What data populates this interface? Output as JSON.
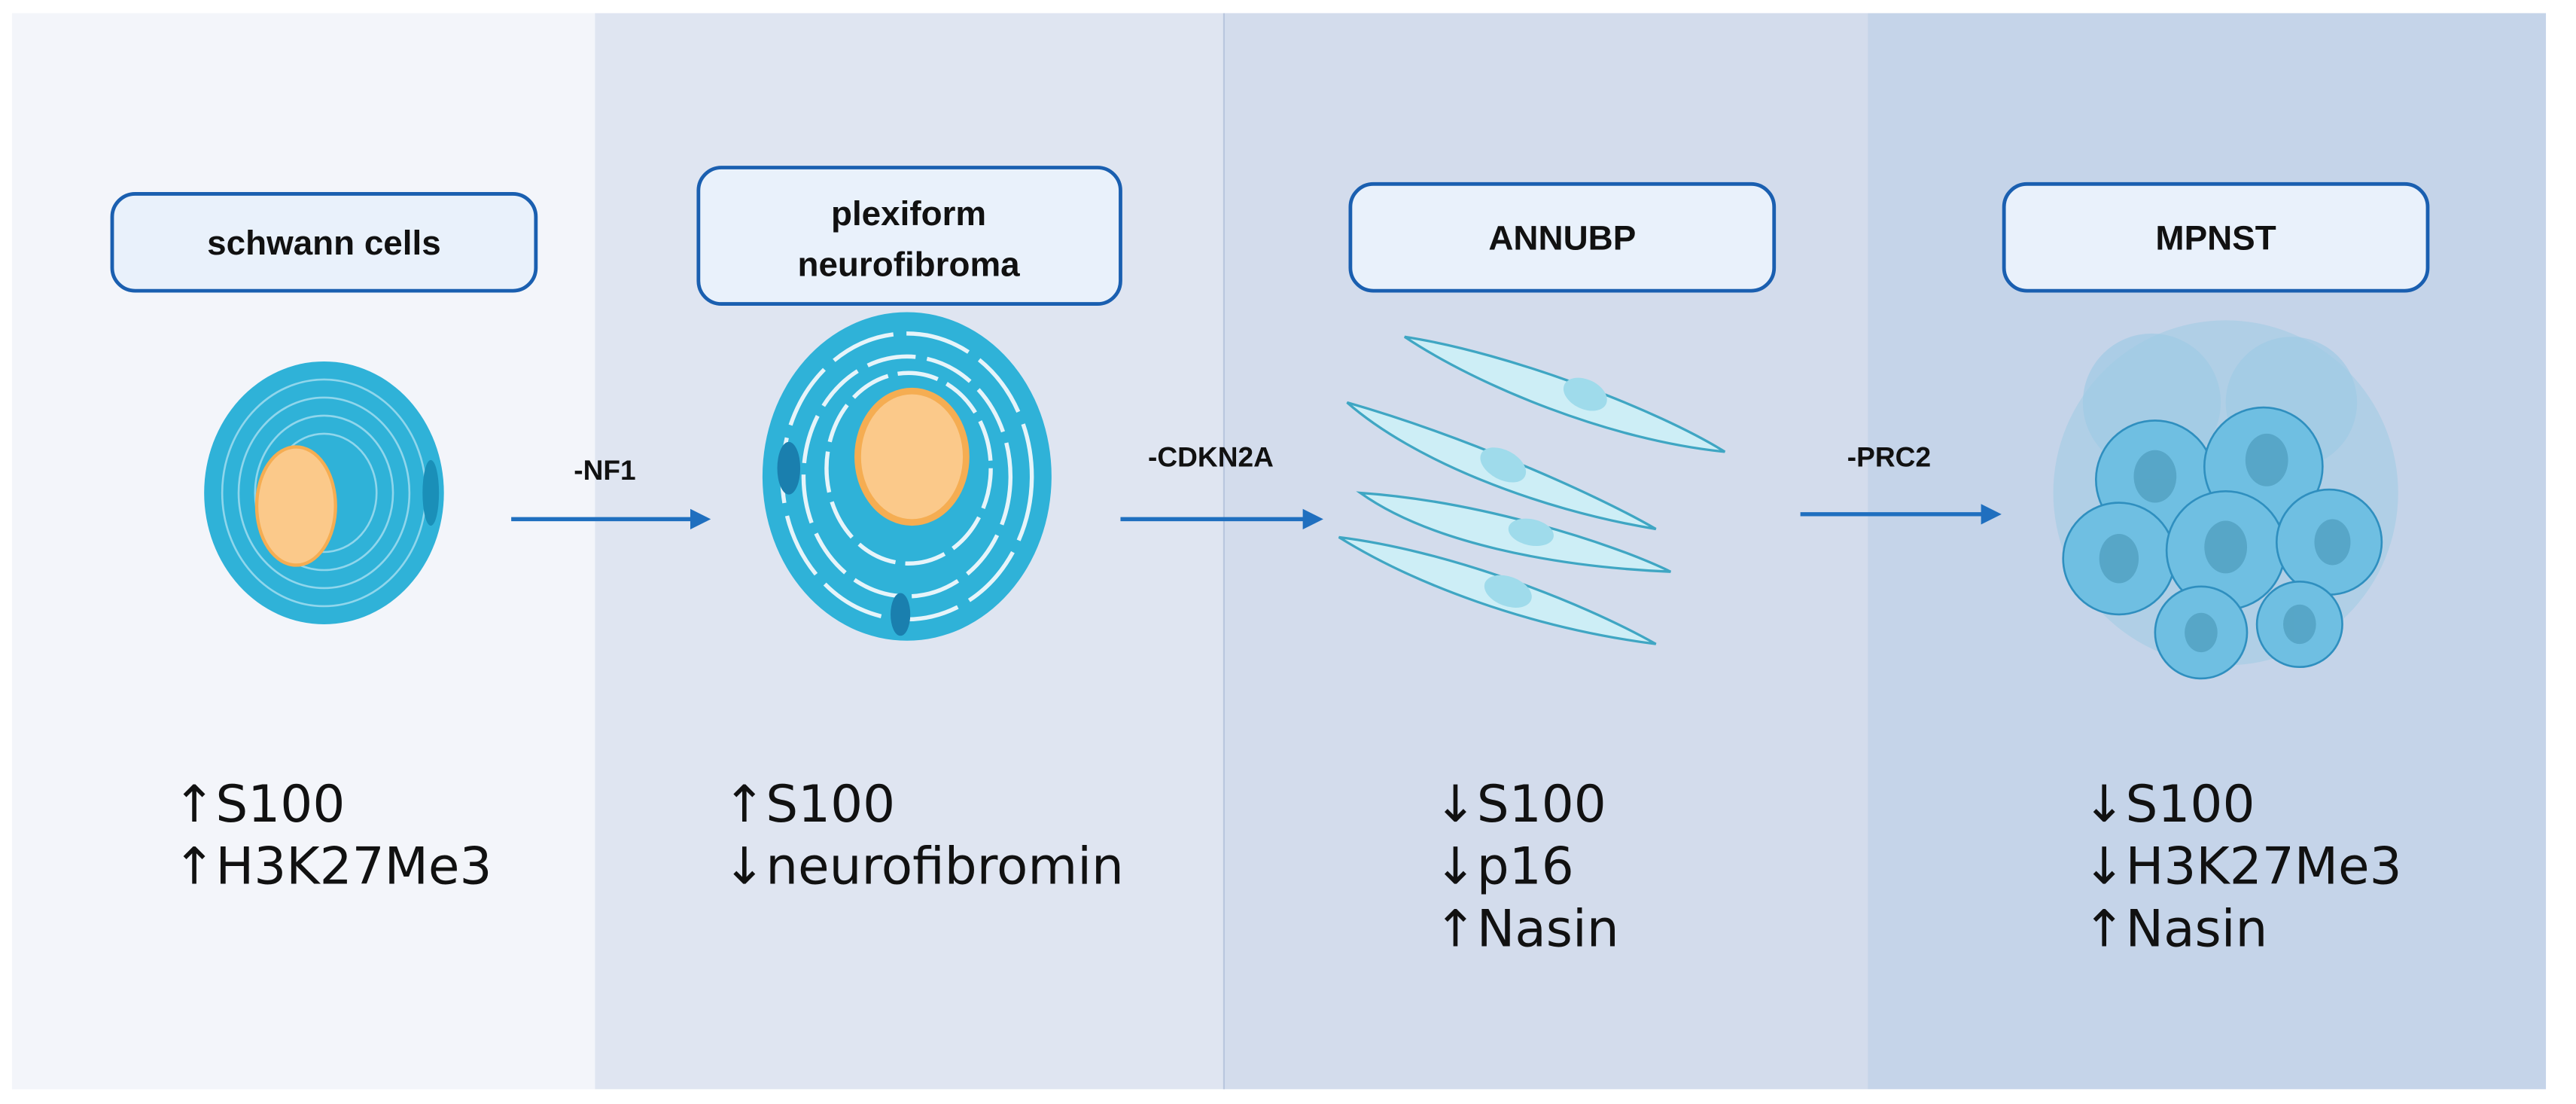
{
  "colors": {
    "panel_1": "#f3f5fa",
    "panel_2": "#dfe5f1",
    "panel_3": "#d3dcec",
    "panel_4": "#c5d4e9",
    "box_fill": "#e9f1fb",
    "box_border": "#1a5fb0",
    "arrow": "#1f6fbf",
    "cell_blue": "#2fb2d8",
    "nucleus_orange": "#fbc98a"
  },
  "stages": [
    {
      "title": "schwann cells",
      "markers": [
        "↑S100",
        "↑H3K27Me3"
      ]
    },
    {
      "title_lines": [
        "plexiform",
        "neurofibroma"
      ],
      "markers": [
        "↑S100",
        "↓neurofibromin"
      ]
    },
    {
      "title": "ANNUBP",
      "markers": [
        "↓S100",
        "↓p16",
        "↑Nasin"
      ]
    },
    {
      "title": "MPNST",
      "markers": [
        "↓S100",
        "↓H3K27Me3",
        "↑Nasin"
      ]
    }
  ],
  "transitions": [
    {
      "label": "-NF1"
    },
    {
      "label": "-CDKN2A"
    },
    {
      "label": "-PRC2"
    }
  ]
}
